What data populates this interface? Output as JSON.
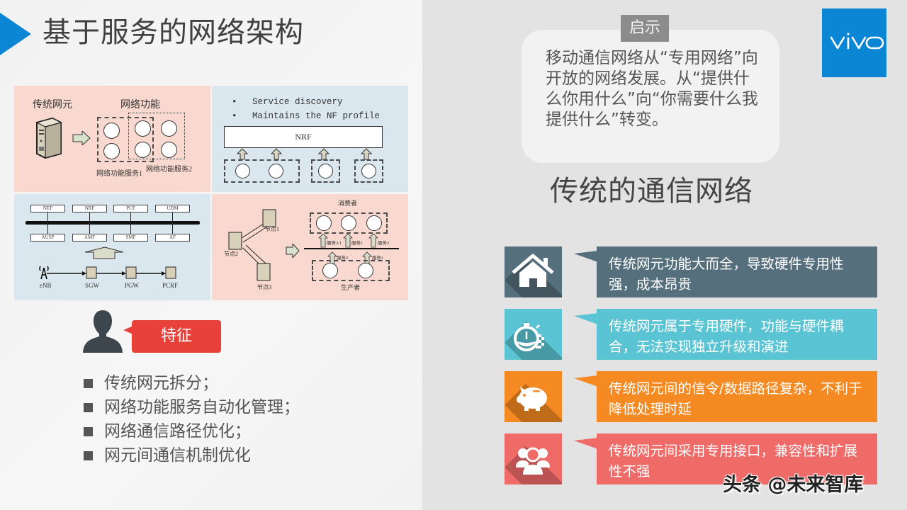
{
  "slide": {
    "title": "基于服务的网络架构",
    "accent_color": "#0b86d4"
  },
  "diagram": {
    "panel1": {
      "label_traditional": "传统网元",
      "label_functions": "网络功能",
      "label_service1": "网络功能服务1",
      "label_service2": "网络功能服务2"
    },
    "panel2": {
      "bullets": [
        "Service discovery",
        "Maintains the NF profile"
      ],
      "nrf_label": "NRF"
    },
    "panel3": {
      "top_row": [
        "NEF",
        "NRF",
        "PCF",
        "UDM"
      ],
      "bottom_row": [
        "AUSP",
        "AMF",
        "SMF",
        "AF"
      ],
      "chain": [
        "eNB",
        "SGW",
        "PGW",
        "PCRF"
      ]
    },
    "panel4": {
      "nodes": [
        "节点1",
        "节点2",
        "节点3"
      ],
      "consumer_label": "消费者",
      "producer_label": "生产者",
      "consumer_services": [
        "服务2/1",
        "服务1",
        "服务2"
      ],
      "producer_services": [
        "服务2",
        "服务1"
      ]
    }
  },
  "features": {
    "badge_label": "特征",
    "items": [
      "传统网元拆分；",
      "网络功能服务自动化管理；",
      "网络通信路径优化；",
      "网元间通信机制优化"
    ]
  },
  "hint": {
    "tag": "启示",
    "text": "移动通信网络从“专用网络”向开放的网络发展。从“提供什么你用什么”向“你需要什么我提供什么”转变。"
  },
  "logo": {
    "text": "vivo",
    "color": "#0b86d4"
  },
  "traditional": {
    "title": "传统的通信网络",
    "cards": [
      {
        "icon": "home-icon",
        "color": "#566f7c",
        "text": "传统网元功能大而全，导致硬件专用性强，成本昂贵"
      },
      {
        "icon": "stopwatch-icon",
        "color": "#5ac4d4",
        "text": "传统网元属于专用硬件，功能与硬件耦合，无法实现独立升级和演进"
      },
      {
        "icon": "piggy-bank-icon",
        "color": "#f58a22",
        "text": "传统网元间的信令/数据路径复杂，不利于降低处理时延"
      },
      {
        "icon": "users-icon",
        "color": "#ef6b68",
        "text": "传统网元间采用专用接口，兼容性和扩展性不强"
      }
    ]
  },
  "watermark": "头条 @未来智库"
}
